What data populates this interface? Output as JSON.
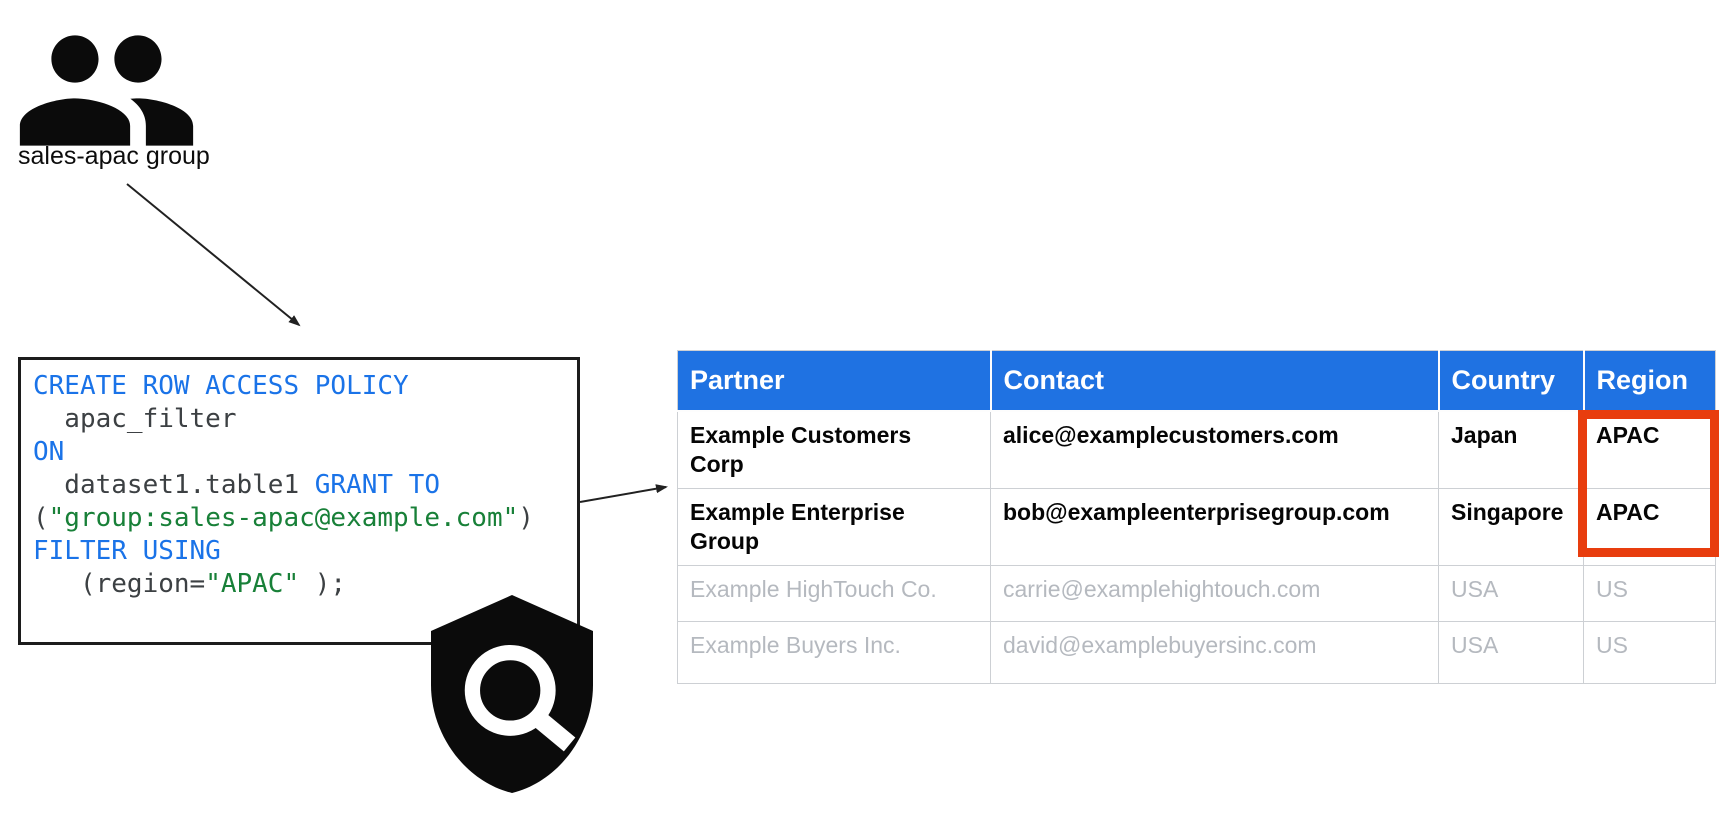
{
  "colors": {
    "header_blue": "#1f72e2",
    "code_keyword_blue": "#1a73e8",
    "code_string_green": "#188038",
    "code_plain_gray": "#3c4043",
    "muted_row_gray": "#b5b9bf",
    "highlight_red": "#e83d0e",
    "icon_black": "#0b0b0b"
  },
  "icons": {
    "group_icon": "two-people-icon",
    "policy_icon": "shield-magnifier-icon"
  },
  "group": {
    "label": "sales-apac group"
  },
  "code": {
    "lines": [
      {
        "tokens": [
          {
            "t": "CREATE ROW ACCESS POLICY",
            "c": "kw"
          }
        ]
      },
      {
        "tokens": [
          {
            "t": "  apac_filter",
            "c": "pl"
          }
        ]
      },
      {
        "tokens": [
          {
            "t": "ON",
            "c": "kw"
          }
        ]
      },
      {
        "tokens": [
          {
            "t": "  dataset1.table1 ",
            "c": "pl"
          },
          {
            "t": "GRANT TO",
            "c": "kw"
          }
        ]
      },
      {
        "tokens": [
          {
            "t": "(",
            "c": "pl"
          },
          {
            "t": "\"group:sales-apac@example.com\"",
            "c": "str"
          },
          {
            "t": ")",
            "c": "pl"
          }
        ]
      },
      {
        "tokens": [
          {
            "t": "FILTER USING",
            "c": "kw"
          }
        ]
      },
      {
        "tokens": [
          {
            "t": "   (region=",
            "c": "pl"
          },
          {
            "t": "\"APAC\"",
            "c": "str"
          },
          {
            "t": " );",
            "c": "pl"
          }
        ]
      }
    ]
  },
  "table": {
    "headers": [
      "Partner",
      "Contact",
      "Country",
      "Region"
    ],
    "rows": [
      {
        "cells": [
          "Example Customers\nCorp",
          "alice@examplecustomers.com",
          "Japan",
          "APAC"
        ],
        "filtered_visible": true
      },
      {
        "cells": [
          "Example Enterprise\nGroup",
          "bob@exampleenterprisegroup.com",
          "Singapore",
          "APAC"
        ],
        "filtered_visible": true
      },
      {
        "cells": [
          "Example HighTouch Co.",
          "carrie@examplehightouch.com",
          "USA",
          "US"
        ],
        "filtered_visible": false
      },
      {
        "cells": [
          "Example Buyers Inc.",
          "david@examplebuyersinc.com",
          "USA",
          "US"
        ],
        "filtered_visible": false
      }
    ]
  }
}
